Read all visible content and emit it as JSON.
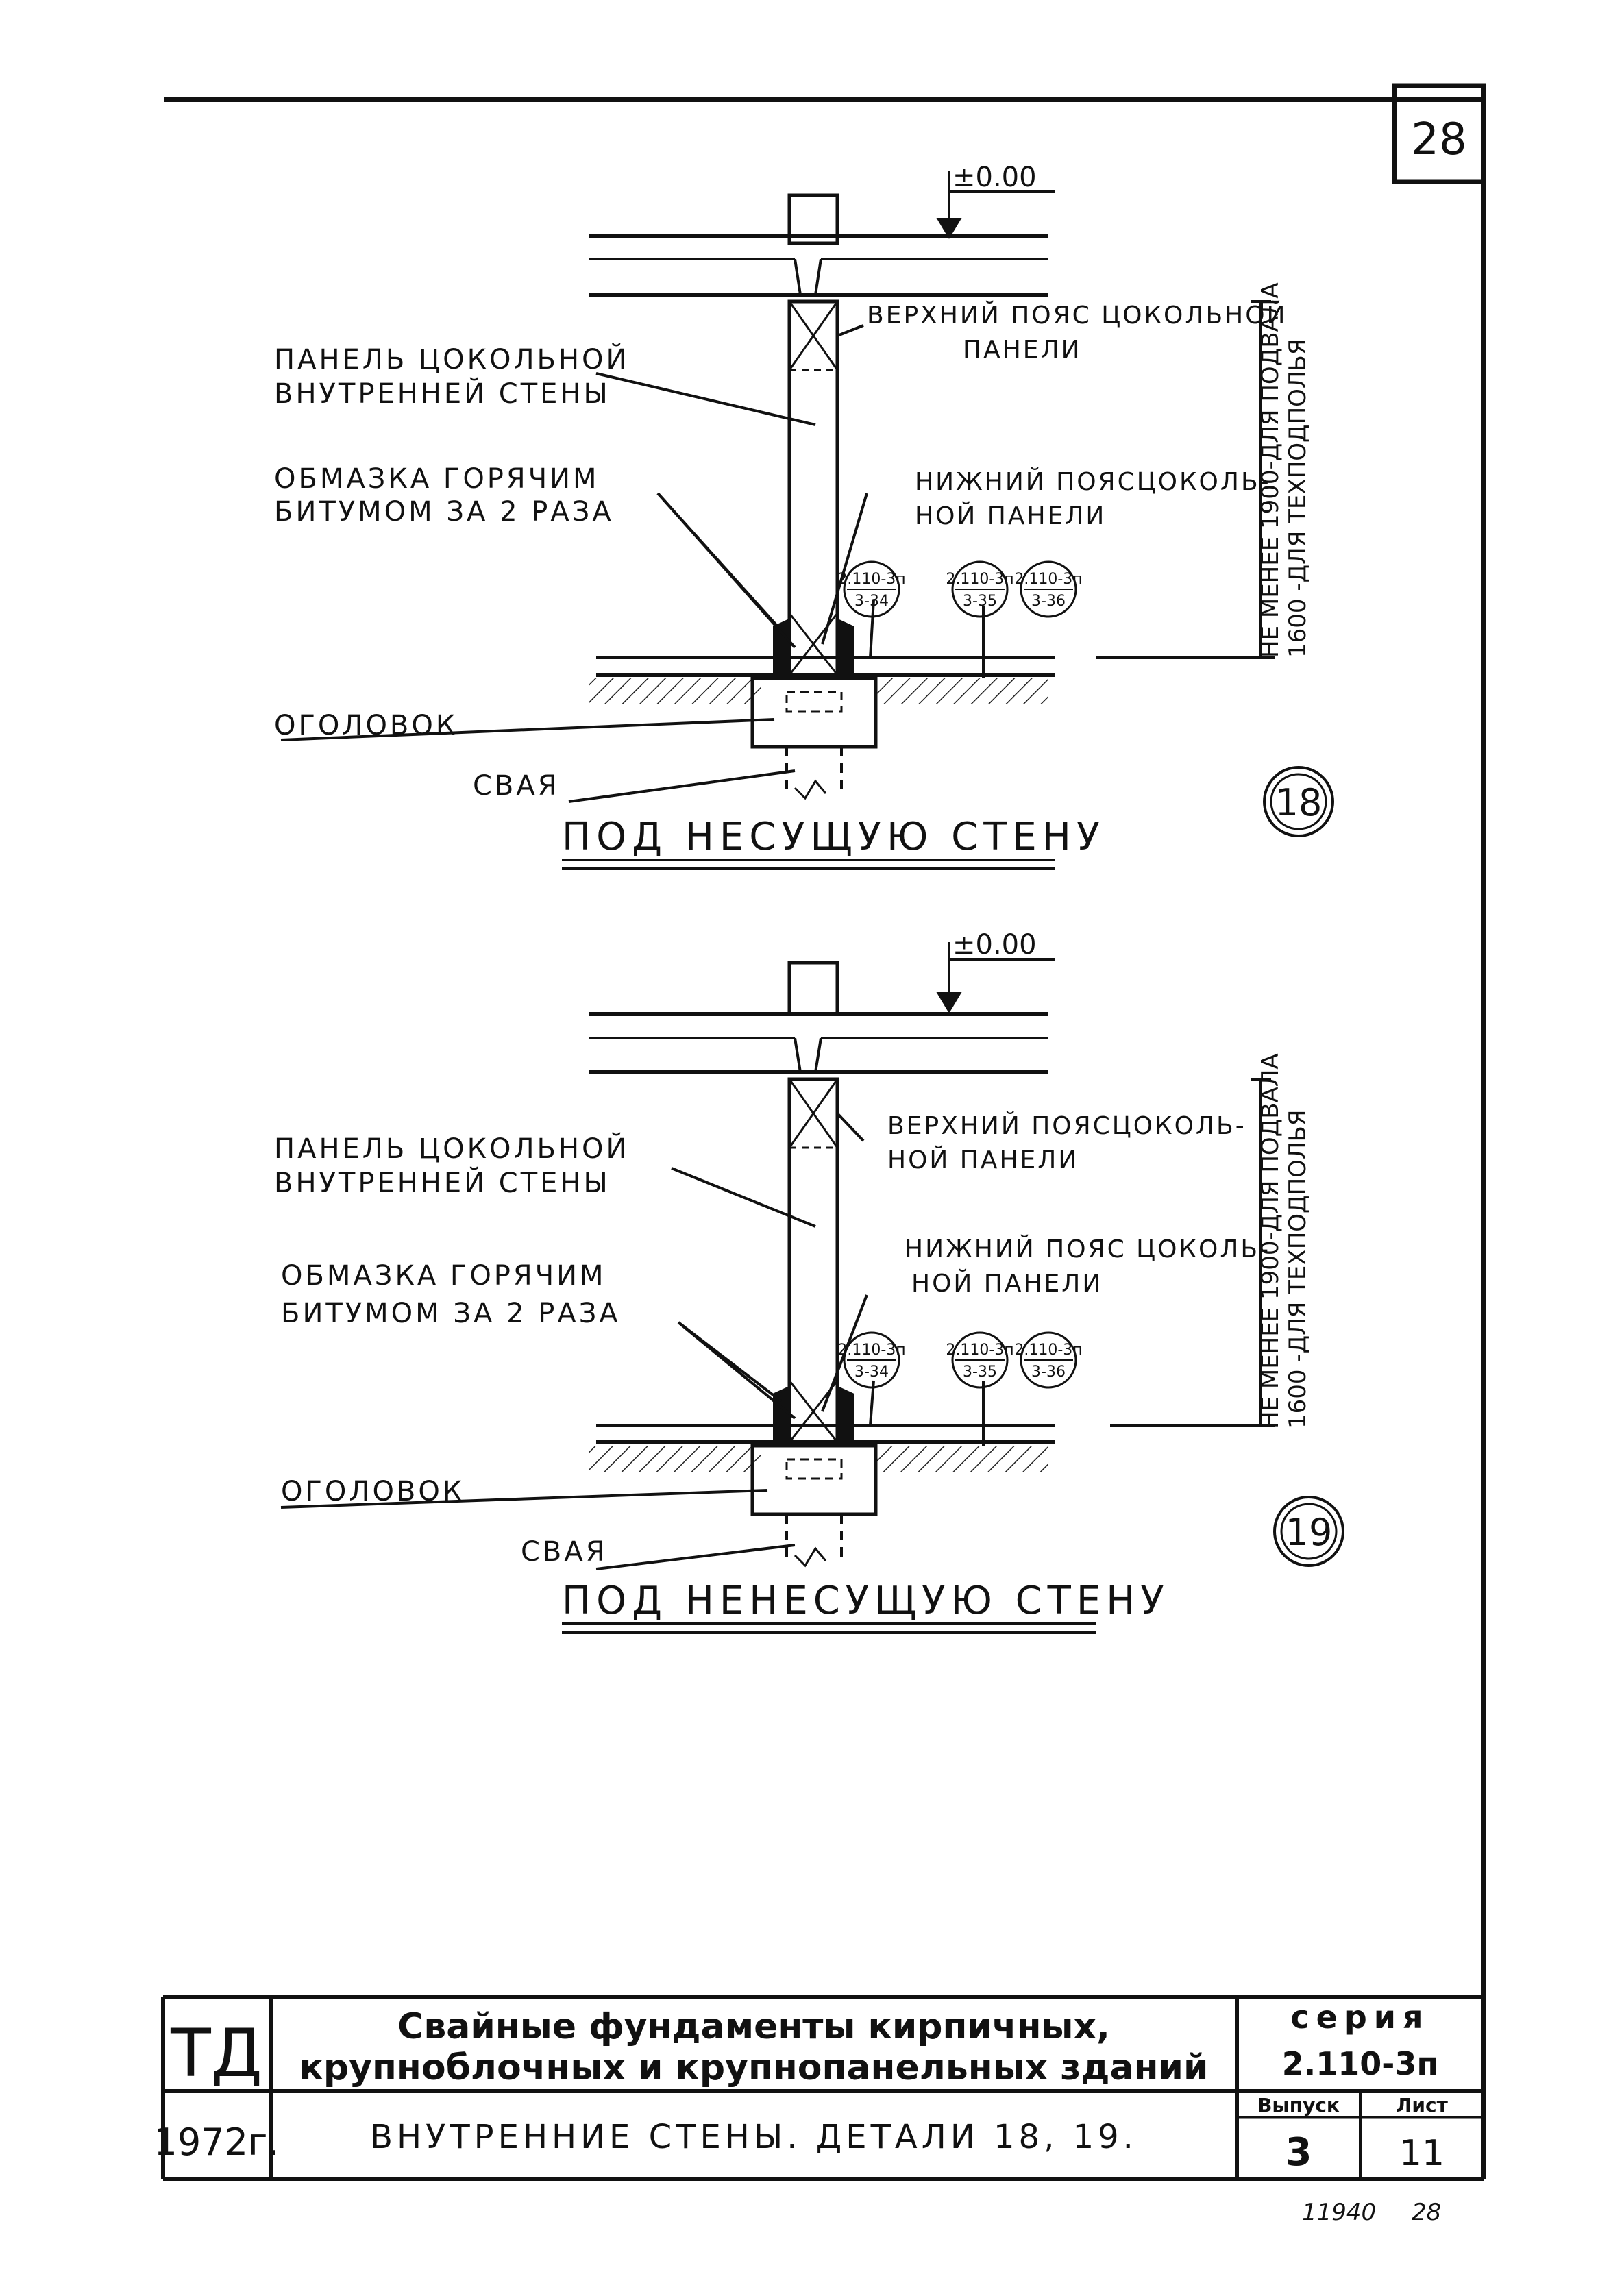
{
  "sheet": {
    "number": "28",
    "footer_code": "11940",
    "footer_sheet": "28"
  },
  "details": [
    {
      "id": "18",
      "elevation": "±0.00",
      "labels": {
        "panel_line1": "ПАНЕЛЬ ЦОКОЛЬНОЙ",
        "panel_line2": "ВНУТРЕННЕЙ СТЕНЫ",
        "coating_line1": "ОБМАЗКА ГОРЯЧИМ",
        "coating_line2": "БИТУМОМ ЗА 2 РАЗА",
        "cap": "ОГОЛОВОК",
        "pile": "СВАЯ",
        "upper_belt_line1": "ВЕРХНИЙ ПОЯС ЦОКОЛЬНОЙ",
        "upper_belt_line2": "ПАНЕЛИ",
        "lower_belt_line1": "НИЖНИЙ ПОЯСЦОКОЛЬ-",
        "lower_belt_line2": "НОЙ ПАНЕЛИ",
        "height_line1": "НЕ МЕНЕЕ 1900-ДЛЯ ПОДВАЛА",
        "height_line2": "1600 -ДЛЯ ТЕХПОДПОЛЬЯ"
      },
      "refs": [
        {
          "top": "2.110-3п",
          "bottom": "3-34"
        },
        {
          "top": "2.110-3п",
          "bottom": "3-35"
        },
        {
          "top": "2.110-3п",
          "bottom": "3-36"
        }
      ],
      "title": "ПОД НЕСУЩУЮ СТЕНУ"
    },
    {
      "id": "19",
      "elevation": "±0.00",
      "labels": {
        "panel_line1": "ПАНЕЛЬ ЦОКОЛЬНОЙ",
        "panel_line2": "ВНУТРЕННЕЙ СТЕНЫ",
        "coating_line1": "ОБМАЗКА ГОРЯЧИМ",
        "coating_line2": "БИТУМОМ ЗА 2 РАЗА",
        "cap": "ОГОЛОВОК",
        "pile": "СВАЯ",
        "upper_belt_line1": "ВЕРХНИЙ ПОЯСЦОКОЛЬ-",
        "upper_belt_line2": "НОЙ ПАНЕЛИ",
        "lower_belt_line1": "НИЖНИЙ ПОЯС ЦОКОЛЬ-",
        "lower_belt_line2": "НОЙ ПАНЕЛИ",
        "height_line1": "НЕ МЕНЕЕ 1900-ДЛЯ ПОДВАЛА",
        "height_line2": "1600 -ДЛЯ ТЕХПОДПОЛЬЯ"
      },
      "refs": [
        {
          "top": "2.110-3п",
          "bottom": "3-34"
        },
        {
          "top": "2.110-3п",
          "bottom": "3-35"
        },
        {
          "top": "2.110-3п",
          "bottom": "3-36"
        }
      ],
      "title": "ПОД НЕНЕСУЩУЮ СТЕНУ"
    }
  ],
  "title_block": {
    "code": "ТД",
    "year": "1972г.",
    "title_line1": "Свайные фундаменты кирпичных,",
    "title_line2": "крупноблочных и крупнопанельных зданий",
    "sheet_title": "ВНУТРЕННИЕ СТЕНЫ. ДЕТАЛИ 18, 19.",
    "series_label": "серия",
    "series_value": "2.110-3п",
    "issue_label": "Выпуск",
    "issue_value": "3",
    "sheet_label": "Лист",
    "sheet_value": "11"
  }
}
